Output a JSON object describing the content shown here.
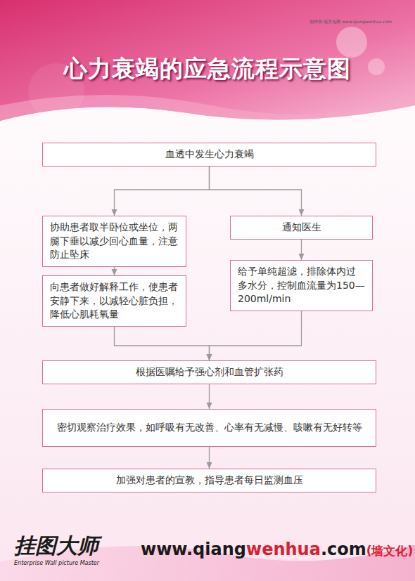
{
  "diagram": {
    "title": "心力衰竭的应急流程示意图",
    "nodes": [
      {
        "text": [
          "血透中发生心力衰竭"
        ]
      },
      {
        "text": [
          "协助患者取半卧位或坐位，两腿下垂以减少回心血量，注意防止坠床"
        ]
      },
      {
        "text": [
          "向患者做好解释工作，使患者安静下来，以减轻心脏负担，降低心肌耗氧量"
        ]
      },
      {
        "text": [
          "通知医生"
        ]
      },
      {
        "text": [
          "给予单纯超滤，排除体内过多水分，控制血流量为150—200ml/min"
        ]
      },
      {
        "text": [
          "根据医嘱给予强心剂和血管扩张药"
        ]
      },
      {
        "text": [
          "密切观察治疗效果，如呼吸有无改善、心率有无减慢、咳嗽有无好转等"
        ]
      },
      {
        "text": [
          "加强对患者的宣教，指导患者每日监测血压"
        ]
      }
    ],
    "edges": [
      {
        "from": 0,
        "to": 1,
        "arrow": "to"
      },
      {
        "from": 0,
        "to": 3,
        "arrow": "to"
      },
      {
        "from": 1,
        "to": 2,
        "arrow": "to"
      },
      {
        "from": 3,
        "to": 4,
        "arrow": "to"
      },
      {
        "from": 2,
        "to": 5,
        "arrow": "to"
      },
      {
        "from": 4,
        "to": 5,
        "arrow": "to"
      },
      {
        "from": 5,
        "to": 6,
        "arrow": "to"
      },
      {
        "from": 6,
        "to": 7,
        "arrow": "to"
      }
    ],
    "labels": [
      "制作商:墙文化网 www.qiangwenhua.com",
      "挂图大师",
      "Enterprise Wall picture Master",
      "www.qiang",
      "wenhua",
      ".com",
      "(墙文化)"
    ]
  }
}
